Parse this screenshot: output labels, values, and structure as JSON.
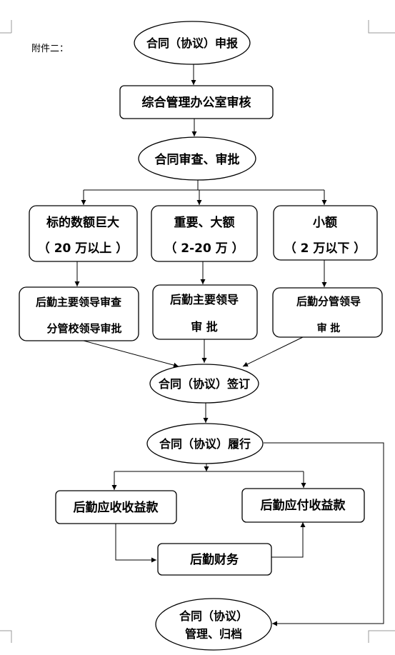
{
  "annex_label": "附件二：",
  "nodes": {
    "contract_report": [
      "合同（协议）申报"
    ],
    "office_review": [
      "综合管理办公室审核"
    ],
    "contract_audit": [
      "合同审查、审批"
    ],
    "large_amount": [
      "标的数额巨大",
      "（ 20 万以上 ）"
    ],
    "important_amount": [
      "重要、大额",
      "（ 2-20 万 ）"
    ],
    "small_amount": [
      "小额",
      "（ 2 万以下 ）"
    ],
    "chief_leader_review": [
      "后勤主要领导审查",
      "分管校领导审批"
    ],
    "chief_leader_approve": [
      "后勤主要领导",
      "审  批"
    ],
    "deputy_leader_approve": [
      "后勤分管领导",
      "审  批"
    ],
    "contract_signing": [
      "合同（协议）签订"
    ],
    "contract_performance": [
      "合同（协议）履行"
    ],
    "receivable": [
      "后勤应收收益款"
    ],
    "payable": [
      "后勤应付收益款"
    ],
    "finance": [
      "后勤财务"
    ],
    "archive": [
      "合同（协议）",
      "管理、归档"
    ]
  }
}
